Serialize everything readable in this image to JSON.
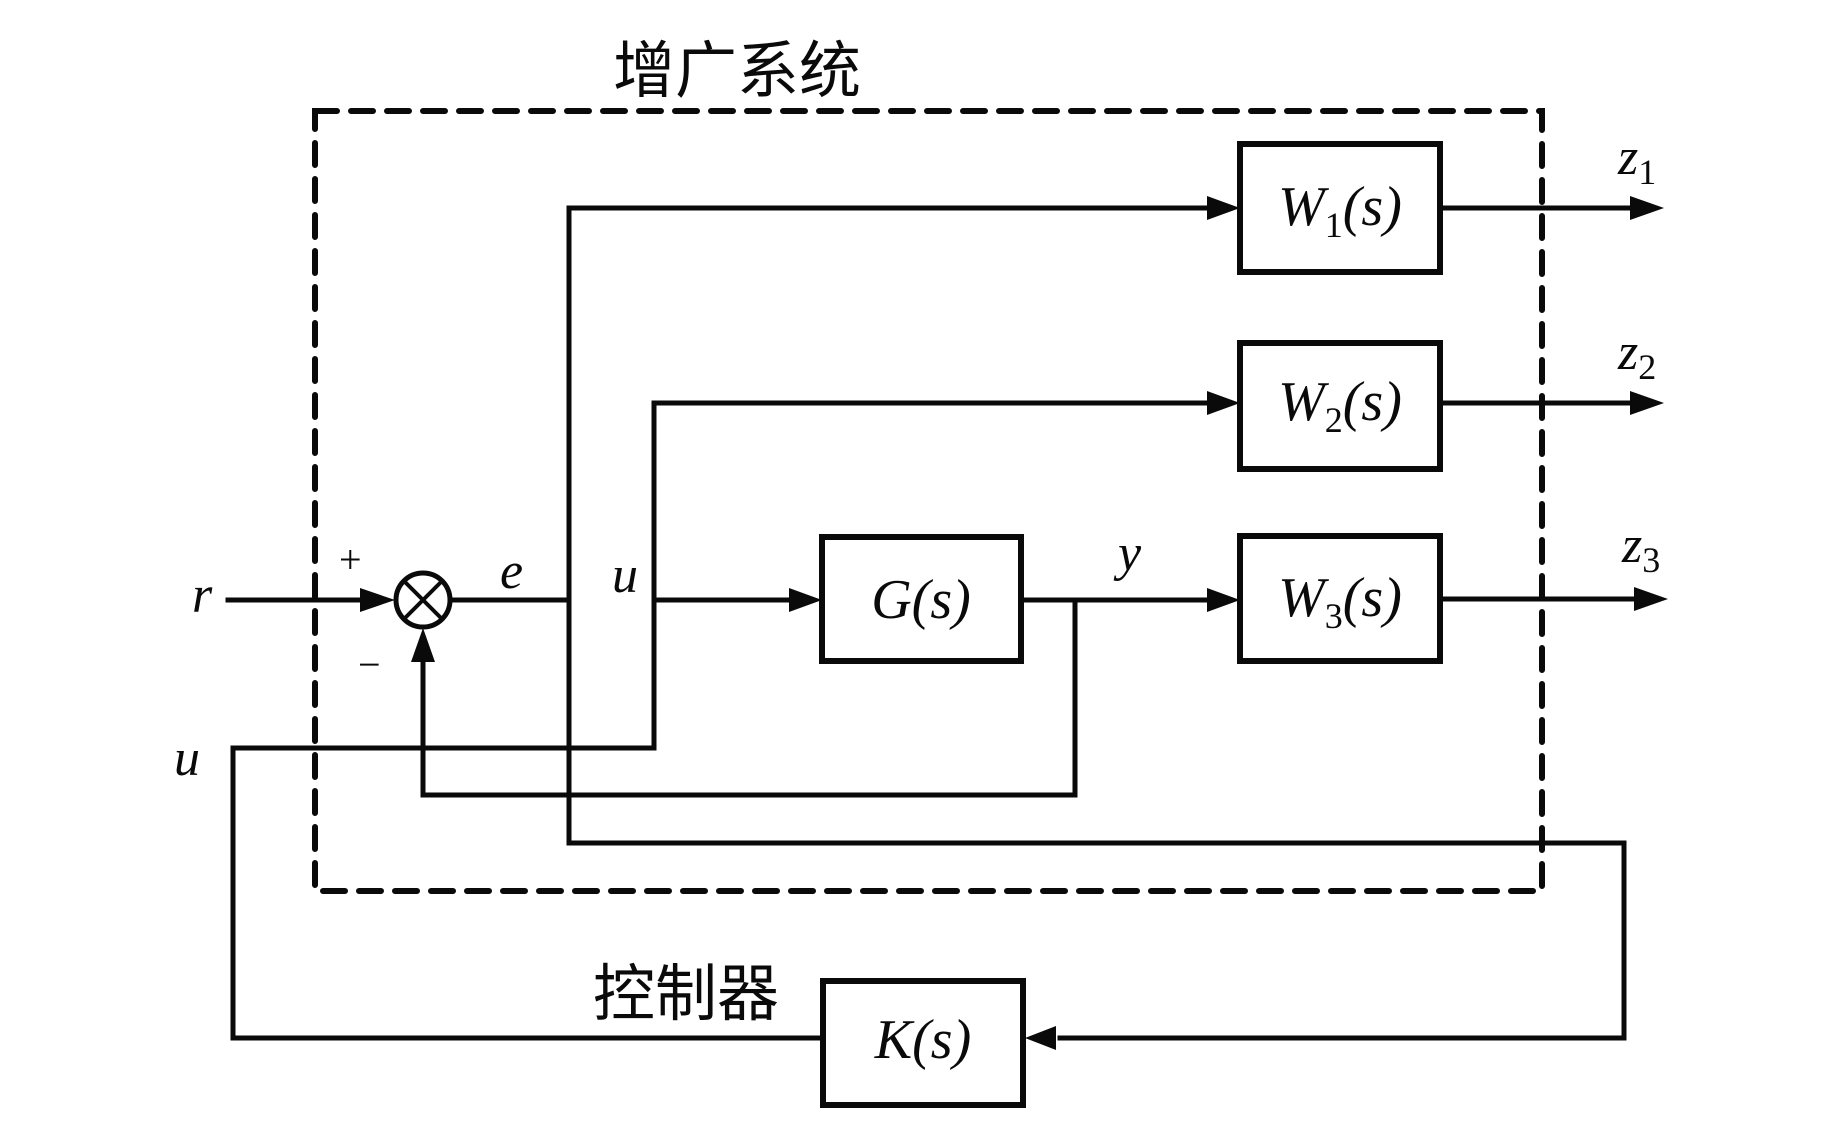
{
  "diagram": {
    "type": "block-diagram",
    "title": "增广系统",
    "controller_label": "控制器",
    "blocks": {
      "W1": {
        "name": "W",
        "sub": "1",
        "arg": "(s)"
      },
      "W2": {
        "name": "W",
        "sub": "2",
        "arg": "(s)"
      },
      "W3": {
        "name": "W",
        "sub": "3",
        "arg": "(s)"
      },
      "G": {
        "name": "G",
        "arg": "(s)"
      },
      "K": {
        "name": "K",
        "arg": "(s)"
      }
    },
    "signals": {
      "r": "r",
      "e": "e",
      "u_inner": "u",
      "u_outer": "u",
      "y": "y",
      "z1": {
        "name": "z",
        "sub": "1"
      },
      "z2": {
        "name": "z",
        "sub": "2"
      },
      "z3": {
        "name": "z",
        "sub": "3"
      }
    },
    "summing_junction": {
      "plus": "+",
      "minus": "−"
    },
    "connections": [
      {
        "from": "r",
        "to": "sum",
        "sign": "+"
      },
      {
        "from": "y",
        "to": "sum",
        "sign": "−"
      },
      {
        "from": "sum",
        "to": "e"
      },
      {
        "from": "e",
        "to": "W1"
      },
      {
        "from": "e",
        "to": "K"
      },
      {
        "from": "K",
        "to": "u"
      },
      {
        "from": "u",
        "to": "G"
      },
      {
        "from": "u",
        "to": "W2"
      },
      {
        "from": "G",
        "to": "y"
      },
      {
        "from": "y",
        "to": "W3"
      },
      {
        "from": "W1",
        "to": "z1"
      },
      {
        "from": "W2",
        "to": "z2"
      },
      {
        "from": "W3",
        "to": "z3"
      }
    ]
  }
}
